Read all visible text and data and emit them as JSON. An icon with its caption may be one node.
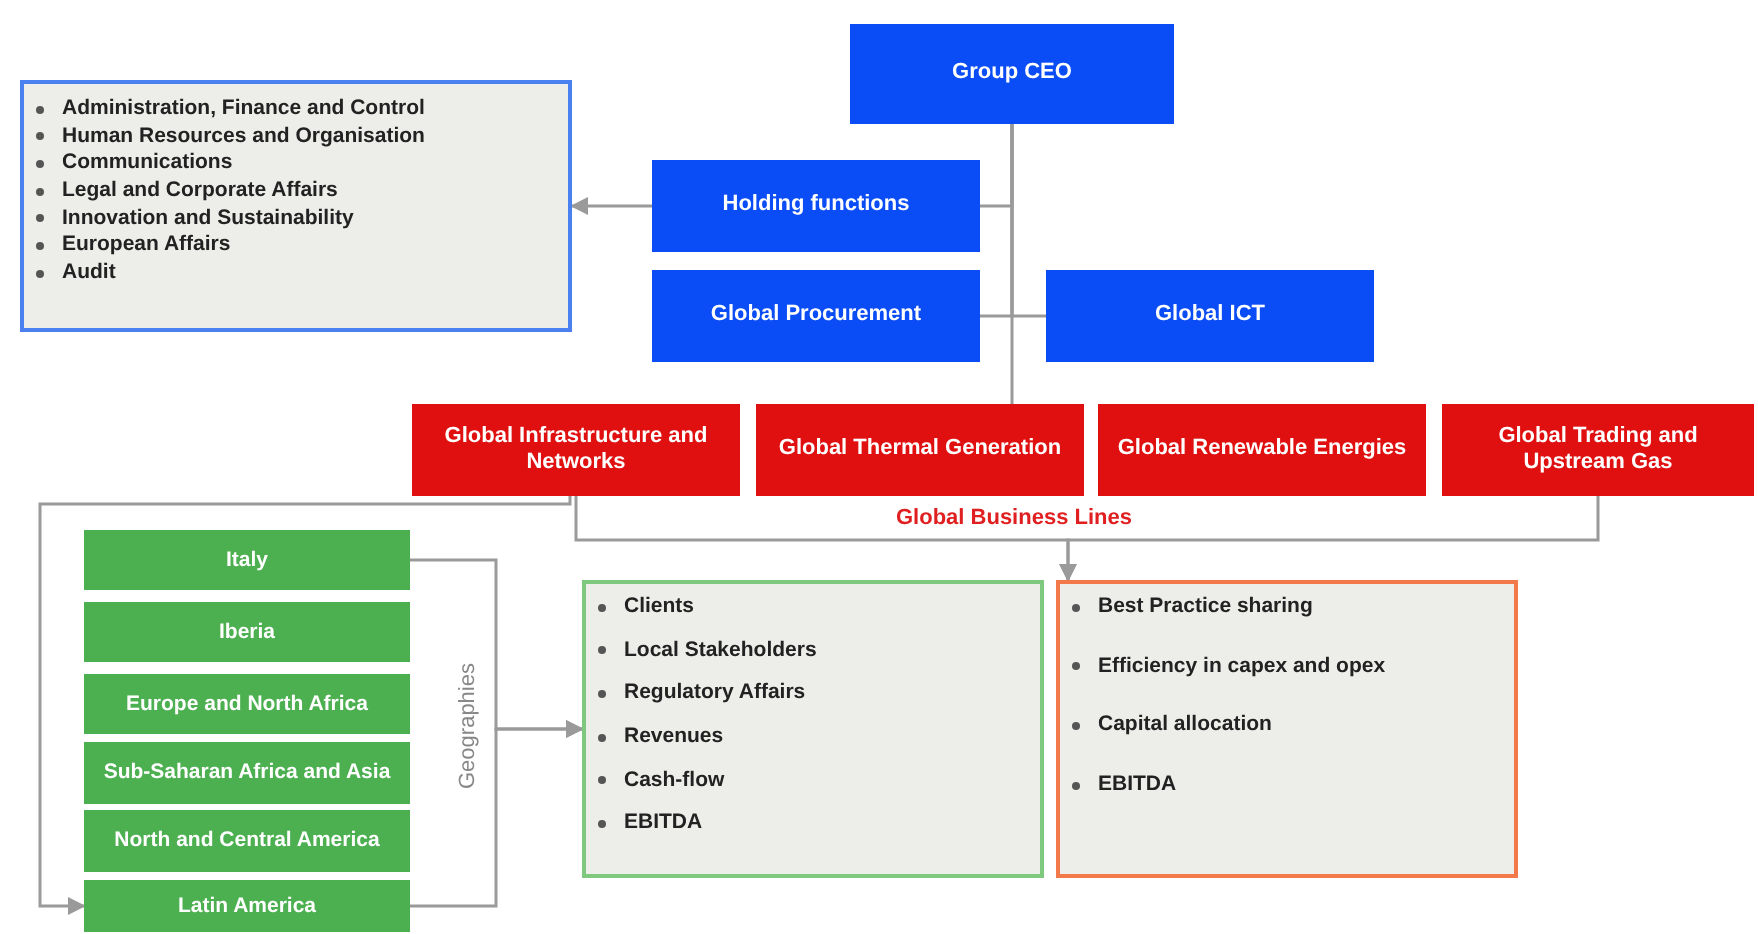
{
  "diagram": {
    "nodes": [
      {
        "text": [
          "Group CEO"
        ]
      },
      {
        "text": [
          "Administration, Finance and Control",
          "Human Resources and Organisation",
          "Communications",
          "Legal and Corporate Affairs",
          "Innovation and Sustainability",
          "European Affairs",
          "Audit"
        ]
      },
      {
        "text": [
          "Holding functions"
        ]
      },
      {
        "text": [
          "Global Procurement"
        ]
      },
      {
        "text": [
          "Global ICT"
        ]
      },
      {
        "text": [
          "Global Infrastructure and Networks"
        ]
      },
      {
        "text": [
          "Global Thermal Generation"
        ]
      },
      {
        "text": [
          "Global Renewable Energies"
        ]
      },
      {
        "text": [
          "Global Trading and Upstream Gas"
        ]
      },
      {
        "text": [
          "Italy"
        ]
      },
      {
        "text": [
          "Iberia"
        ]
      },
      {
        "text": [
          "Europe and North Africa"
        ]
      },
      {
        "text": [
          "Sub-Saharan Africa and Asia"
        ]
      },
      {
        "text": [
          "North and Central America"
        ]
      },
      {
        "text": [
          "Latin America"
        ]
      },
      {
        "text": [
          "Clients",
          "Local Stakeholders",
          "Regulatory Affairs",
          "Revenues",
          "Cash-flow",
          "EBITDA"
        ]
      },
      {
        "text": [
          "Best Practice sharing",
          "Efficiency in capex and opex",
          "Capital allocation",
          "EBITDA"
        ]
      }
    ],
    "edges": [
      {
        "from": 0,
        "to": 2,
        "arrow": "none"
      },
      {
        "from": 0,
        "to": 3,
        "arrow": "none"
      },
      {
        "from": 0,
        "to": 4,
        "arrow": "none"
      },
      {
        "from": 0,
        "to": 6,
        "arrow": "none"
      },
      {
        "from": 2,
        "to": 1,
        "arrow": "to"
      },
      {
        "from": 5,
        "to": 16,
        "arrow": "to"
      },
      {
        "from": 8,
        "to": 16,
        "arrow": "to"
      },
      {
        "from": 5,
        "to": 14,
        "arrow": "to"
      },
      {
        "from": 9,
        "to": 15,
        "arrow": "to"
      },
      {
        "from": 14,
        "to": 15,
        "arrow": "to"
      }
    ],
    "labels": [
      "Global Business Lines",
      "Geographies"
    ]
  }
}
